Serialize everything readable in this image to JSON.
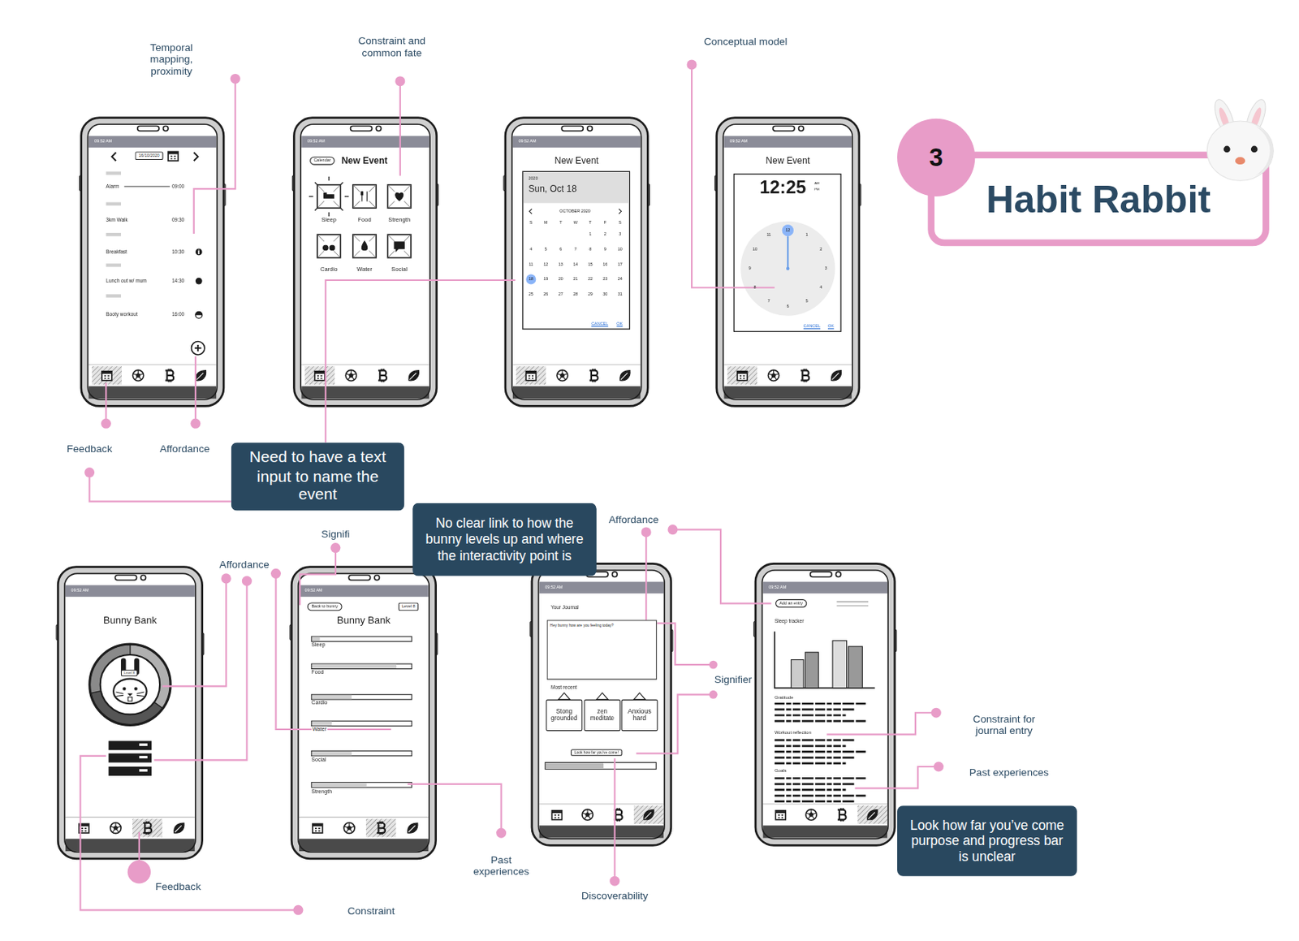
{
  "diagram": {
    "nodes": [
      {
        "text": [
          "3"
        ]
      },
      {
        "text": [
          "Habit Rabbit"
        ]
      },
      {
        "text": [
          "Need to have a text input to name the event"
        ]
      },
      {
        "text": [
          "No clear link to how the bunny levels up and where the interactivity point is"
        ]
      },
      {
        "text": [
          "Look how far you’ve come purpose and progress bar is unclear"
        ]
      },
      {
        "text": [
          "16/10/2020"
        ]
      },
      {
        "text": [
          "Calendar"
        ]
      },
      {
        "text": [
          "Level 8"
        ]
      },
      {
        "text": [
          "Back to bunny"
        ]
      },
      {
        "text": [
          "Level 8"
        ]
      },
      {
        "text": [
          "Hey bunny how are you feeling today?"
        ]
      },
      {
        "text": [
          "Stong grounded"
        ]
      },
      {
        "text": [
          "zen meditate"
        ]
      },
      {
        "text": [
          "Anxious hard"
        ]
      },
      {
        "text": [
          "Look how far you've come!"
        ]
      },
      {
        "text": [
          "Add an entry"
        ]
      }
    ],
    "labels": [
      "Temporal mapping, proximity",
      "Constraint and common fate",
      "Conceptual model",
      "Feedback",
      "Affordance",
      "Signifi",
      "Affordance",
      "Affordance",
      "Signifier",
      "Constraint for journal entry",
      "Past experiences",
      "Past experiences",
      "Discoverability",
      "Feedback",
      "Constraint",
      "09:52 AM",
      "Alarm",
      "09:00",
      "3km Walk",
      "09:30",
      "Breakfast",
      "10:30",
      "Lunch out w/ mum",
      "14:30",
      "Booty workout",
      "16:00",
      "09:52 AM",
      "New Event",
      "Sleep",
      "Food",
      "Strength",
      "Cardio",
      "Water",
      "Social",
      "09:52 AM",
      "New Event",
      "2020",
      "Sun, Oct 18",
      "OCTOBER 2020",
      "S",
      "M",
      "T",
      "W",
      "T",
      "F",
      "S",
      "1",
      "2",
      "3",
      "4",
      "5",
      "6",
      "7",
      "8",
      "9",
      "10",
      "11",
      "12",
      "13",
      "14",
      "15",
      "16",
      "17",
      "18",
      "19",
      "20",
      "21",
      "22",
      "23",
      "24",
      "25",
      "26",
      "27",
      "28",
      "29",
      "30",
      "31",
      "CANCEL",
      "OK",
      "09:52 AM",
      "New Event",
      "12:25",
      "AM",
      "PM",
      "12",
      "1",
      "2",
      "3",
      "4",
      "5",
      "6",
      "7",
      "8",
      "9",
      "10",
      "11",
      "CANCEL",
      "OK",
      "09:52 AM",
      "Bunny Bank",
      "09:52 AM",
      "Bunny Bank",
      "Sleep",
      "Food",
      "Cardio",
      "Water",
      "Social",
      "Strength",
      "09:52 AM",
      "Your Journal",
      "Most recent",
      "09:52 AM",
      "Sleep tracker",
      "Gratitude",
      "Workout reflection",
      "Goals"
    ]
  }
}
